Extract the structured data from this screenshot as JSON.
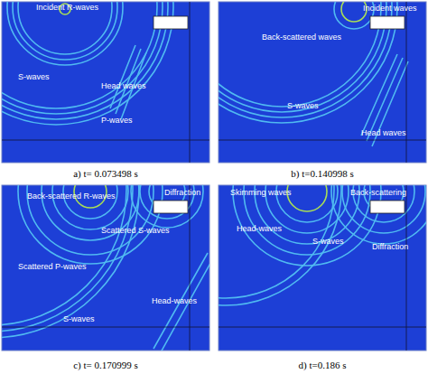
{
  "diagram": {
    "labels": [
      "Incident R-waves",
      "S-waves",
      "Head waves",
      "P-waves",
      "a) t= 0.073498 s",
      "Incident waves",
      "Back-scattered waves",
      "S-waves",
      "Head waves",
      "b) t=0.140998 s",
      "Back-scattered R-waves",
      "Diffraction",
      "Scattered S-waves",
      "Scattered P-waves",
      "S-waves",
      "Head-waves",
      "c) t= 0.170999 s",
      "Skimming waves",
      "Back-scattering",
      "Head-waves",
      "S-waves",
      "Diffraction",
      "d) t=0.186 s"
    ]
  }
}
